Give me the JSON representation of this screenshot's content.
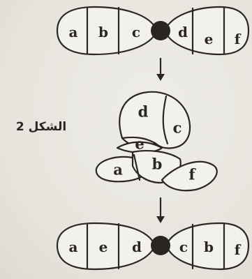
{
  "figure_label": "الشكل 2",
  "top_row": {
    "left_chromosome": [
      "a",
      "b",
      "c"
    ],
    "right_chromosome": [
      "d",
      "e",
      "f"
    ]
  },
  "middle": {
    "labels": {
      "d": "d",
      "c": "c",
      "e": "e",
      "a": "a",
      "b": "b",
      "f": "f"
    }
  },
  "bottom_row": {
    "left_chromosome": [
      "a",
      "e",
      "d"
    ],
    "right_chromosome": [
      "c",
      "b",
      "f"
    ]
  }
}
